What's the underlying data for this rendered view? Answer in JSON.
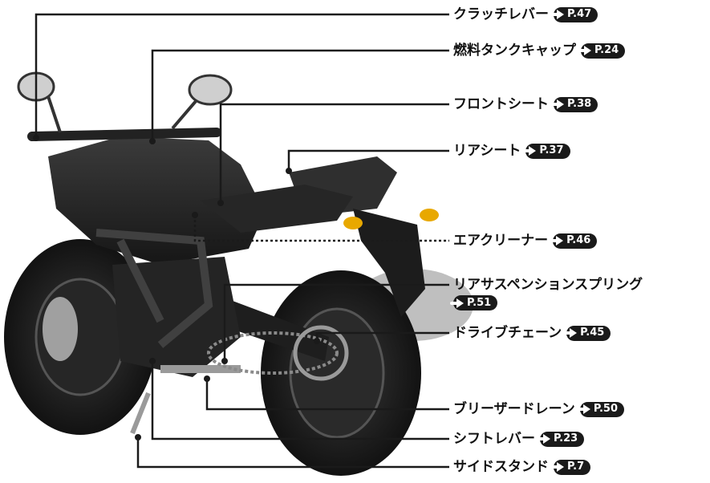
{
  "labels": [
    {
      "text": "クラッチレバー",
      "page": "P.47"
    },
    {
      "text": "燃料タンクキャップ",
      "page": "P.24"
    },
    {
      "text": "フロントシート",
      "page": "P.38"
    },
    {
      "text": "リアシート",
      "page": "P.37"
    },
    {
      "text": "エアクリーナー",
      "page": "P.46"
    },
    {
      "text": "リアサスペンションスプリング",
      "page": "P.51"
    },
    {
      "text": "ドライブチェーン",
      "page": "P.45"
    },
    {
      "text": "ブリーザードレーン",
      "page": "P.50"
    },
    {
      "text": "シフトレバー",
      "page": "P.23"
    },
    {
      "text": "サイドスタンド",
      "page": "P.7"
    }
  ],
  "colors": {
    "leader": "#1a1a1a",
    "badge": "#1a1a1a",
    "motorcycle": "#2b2b2b"
  }
}
